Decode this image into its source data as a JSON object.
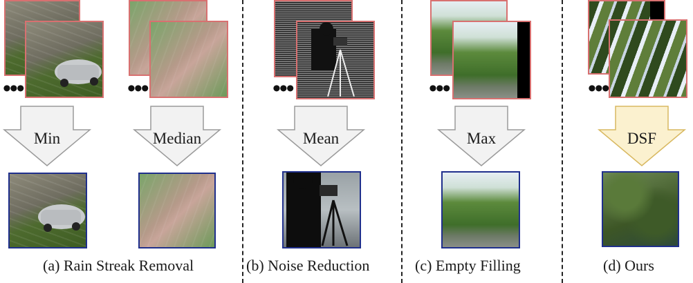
{
  "operators": {
    "min": "Min",
    "median": "Median",
    "mean": "Mean",
    "max": "Max",
    "dsf": "DSF"
  },
  "captions": {
    "a": "(a) Rain Streak Removal",
    "b": "(b) Noise Reduction",
    "c": "(c) Empty Filling",
    "d": "(d) Ours"
  },
  "colors": {
    "input_border": "#d87070",
    "output_border": "#1f2f8c",
    "arrow_fill": "#f2f2f2",
    "arrow_stroke": "#9a9a9a",
    "dsf_arrow_fill": "#fbf1cf",
    "dsf_arrow_stroke": "#d8b860"
  }
}
